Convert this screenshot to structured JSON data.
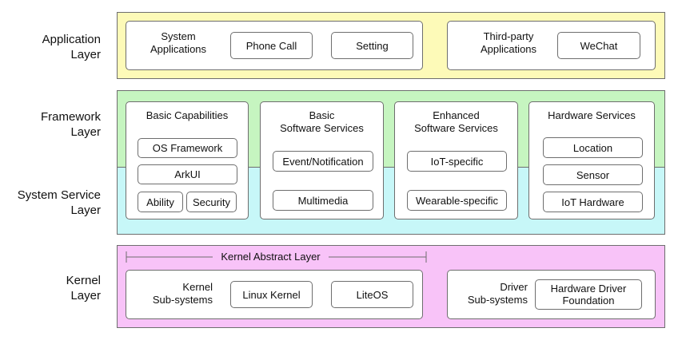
{
  "layers": {
    "application": "Application\nLayer",
    "framework": "Framework\nLayer",
    "system_service": "System Service\nLayer",
    "kernel": "Kernel\nLayer"
  },
  "application_layer": {
    "system_applications": {
      "title": "System\nApplications",
      "items": [
        "Phone Call",
        "Setting"
      ]
    },
    "third_party_applications": {
      "title": "Third-party\nApplications",
      "items": [
        "WeChat"
      ]
    }
  },
  "middle": {
    "basic_capabilities": {
      "title": "Basic Capabilities",
      "items": [
        "OS Framework",
        "ArkUI",
        "Ability",
        "Security"
      ]
    },
    "basic_software_services": {
      "title": "Basic\nSoftware Services",
      "items": [
        "Event/Notification",
        "Multimedia"
      ]
    },
    "enhanced_software_services": {
      "title": "Enhanced\nSoftware Services",
      "items": [
        "IoT-specific",
        "Wearable-specific"
      ]
    },
    "hardware_services": {
      "title": "Hardware Services",
      "items": [
        "Location",
        "Sensor",
        "IoT Hardware"
      ]
    }
  },
  "kernel_layer": {
    "kernel_abstract_layer": "Kernel Abstract Layer",
    "kernel_subsystems": {
      "title": "Kernel\nSub-systems",
      "items": [
        "Linux Kernel",
        "LiteOS"
      ]
    },
    "driver_subsystems": {
      "title": "Driver\nSub-systems",
      "items": [
        "Hardware Driver\nFoundation"
      ]
    }
  },
  "colors": {
    "application_band": "#fdfab8",
    "framework_band": "#c6f5c0",
    "system_service_band": "#c7f7f8",
    "kernel_band": "#f8c3f8",
    "border": "#6e6e6e"
  }
}
